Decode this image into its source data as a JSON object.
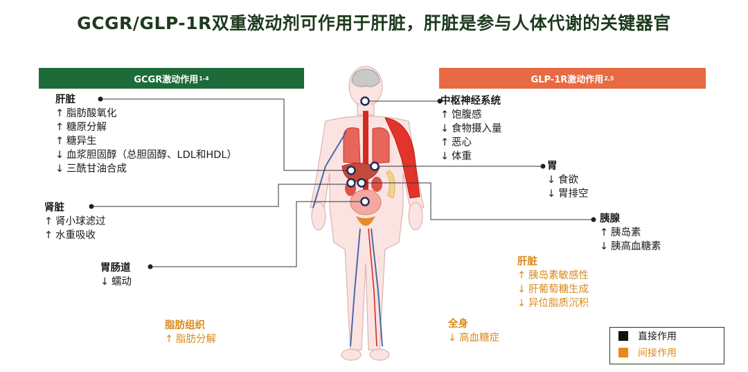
{
  "title": "GCGR/GLP-1R双重激动剂可作用于肝脏，肝脏是参与人体代谢的关键器官",
  "banners": {
    "left": {
      "text": "GCGR激动作用",
      "sup": "1-4",
      "color": "#1e6b3a"
    },
    "right": {
      "text": "GLP-1R激动作用",
      "sup": "2,5",
      "color": "#e86a43"
    }
  },
  "colors": {
    "direct": "#111111",
    "indirect": "#d98b1a"
  },
  "liver_left": {
    "head": "肝脏",
    "items": [
      {
        "arrow": "↑",
        "text": "脂肪酸氧化"
      },
      {
        "arrow": "↑",
        "text": "糖原分解"
      },
      {
        "arrow": "↑",
        "text": "糖异生"
      },
      {
        "arrow": "↓",
        "text": "血浆胆固醇（总胆固醇、LDL和HDL）"
      },
      {
        "arrow": "↓",
        "text": "三酰甘油合成"
      }
    ]
  },
  "kidney": {
    "head": "肾脏",
    "items": [
      {
        "arrow": "↑",
        "text": "肾小球滤过"
      },
      {
        "arrow": "↑",
        "text": "水重吸收"
      }
    ]
  },
  "gi": {
    "head": "胃肠道",
    "items": [
      {
        "arrow": "↓",
        "text": "蠕动"
      }
    ]
  },
  "adipose": {
    "head": "脂肪组织",
    "items": [
      {
        "arrow": "↑",
        "text": "脂肪分解"
      }
    ]
  },
  "cns": {
    "head": "中枢神经系统",
    "items": [
      {
        "arrow": "↑",
        "text": "饱腹感"
      },
      {
        "arrow": "↓",
        "text": "食物摄入量"
      },
      {
        "arrow": "↑",
        "text": "恶心"
      },
      {
        "arrow": "↓",
        "text": "体重"
      }
    ]
  },
  "stomach": {
    "head": "胃",
    "items": [
      {
        "arrow": "↓",
        "text": "食欲"
      },
      {
        "arrow": "↓",
        "text": "胃排空"
      }
    ]
  },
  "pancreas": {
    "head": "胰腺",
    "items": [
      {
        "arrow": "↑",
        "text": "胰岛素"
      },
      {
        "arrow": "↓",
        "text": "胰高血糖素"
      }
    ]
  },
  "liver_right": {
    "head": "肝脏",
    "items": [
      {
        "arrow": "↑",
        "text": "胰岛素敏感性"
      },
      {
        "arrow": "↓",
        "text": "肝葡萄糖生成"
      },
      {
        "arrow": "↓",
        "text": "异位脂质沉积"
      }
    ]
  },
  "whole_body": {
    "head": "全身",
    "items": [
      {
        "arrow": "↓",
        "text": "高血糖症"
      }
    ]
  },
  "legend": {
    "direct": "直接作用",
    "indirect": "间接作用"
  }
}
